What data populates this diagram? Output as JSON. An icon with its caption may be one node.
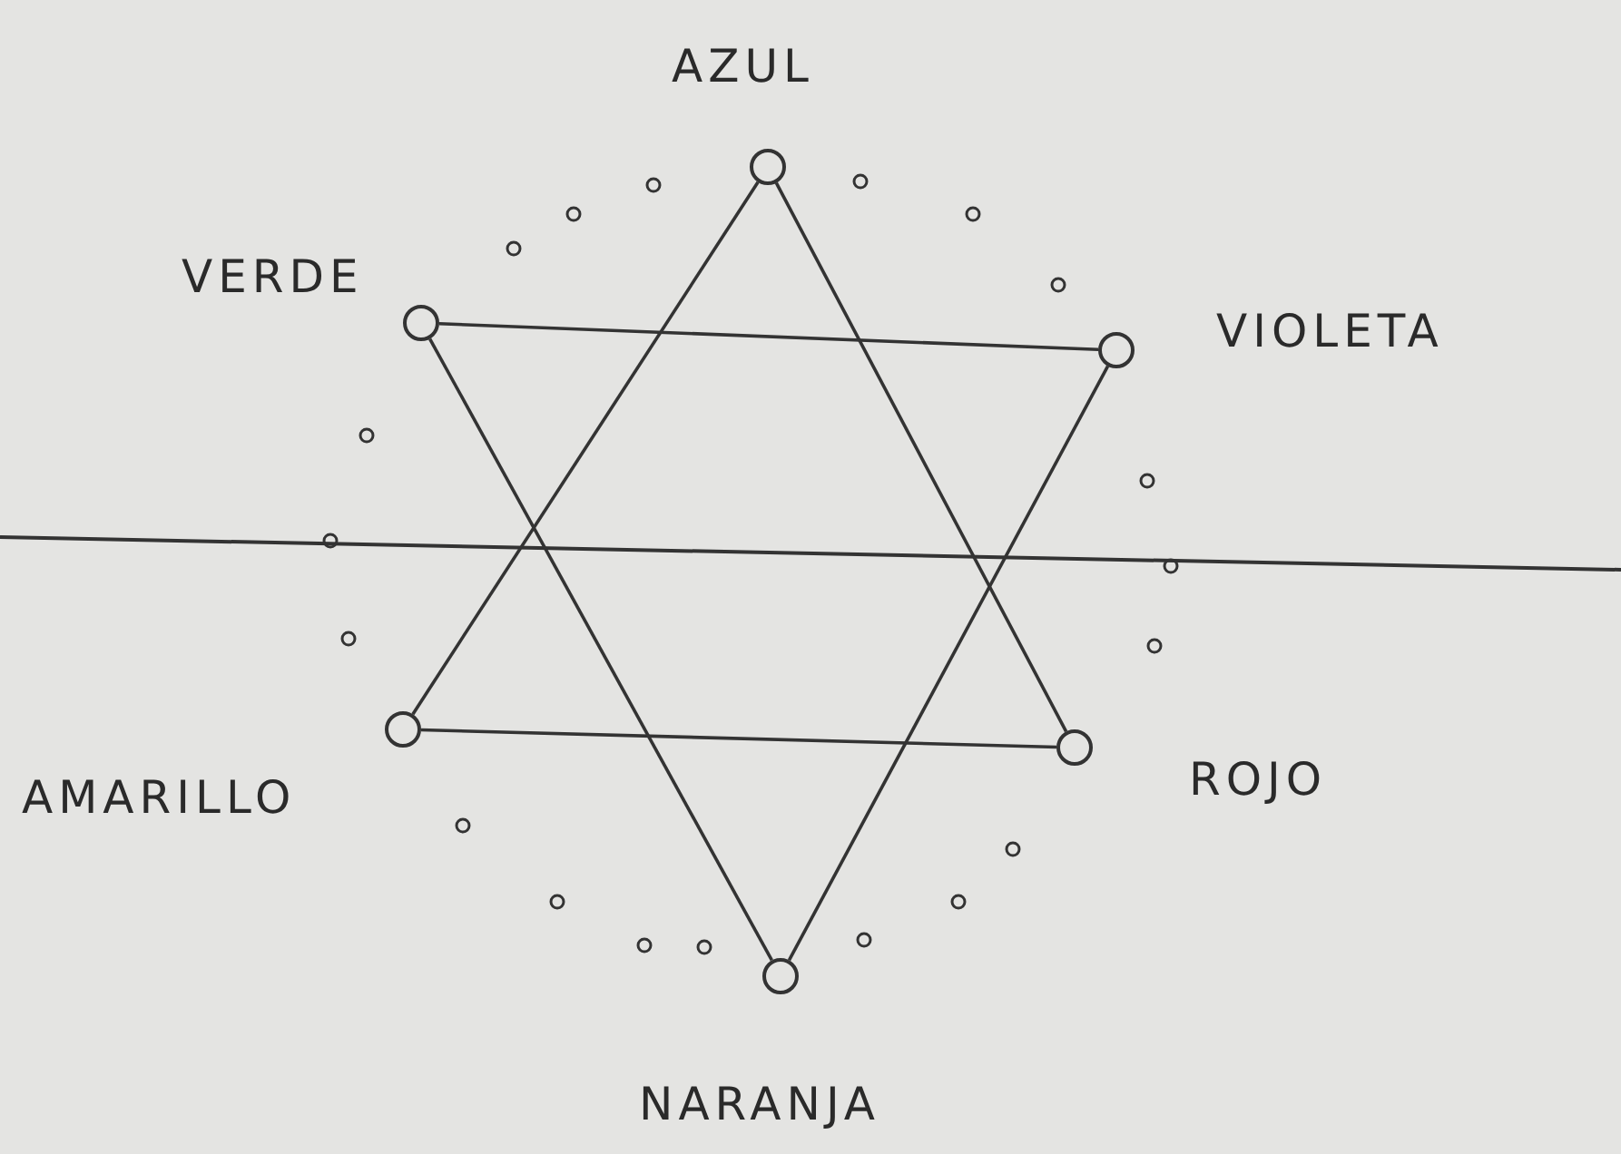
{
  "diagram": {
    "nodes": [
      {
        "text": [],
        "shape": "circle",
        "beside": [
          "AZUL"
        ]
      },
      {
        "text": [],
        "shape": "circle",
        "beside": [
          "VERDE"
        ]
      },
      {
        "text": [],
        "shape": "circle",
        "beside": [
          "VIOLETA"
        ]
      },
      {
        "text": [],
        "shape": "circle",
        "beside": [
          "AMARILLO"
        ]
      },
      {
        "text": [],
        "shape": "circle",
        "beside": [
          "ROJO"
        ]
      },
      {
        "text": [],
        "shape": "circle",
        "beside": [
          "NARANJA"
        ]
      }
    ],
    "edges": [
      {
        "from": 0,
        "to": 4,
        "arrow": "none"
      },
      {
        "from": 0,
        "to": 3,
        "arrow": "none"
      },
      {
        "from": 3,
        "to": 4,
        "arrow": "none"
      },
      {
        "from": 1,
        "to": 2,
        "arrow": "none"
      },
      {
        "from": 1,
        "to": 5,
        "arrow": "none"
      },
      {
        "from": 2,
        "to": 5,
        "arrow": "none"
      }
    ]
  }
}
